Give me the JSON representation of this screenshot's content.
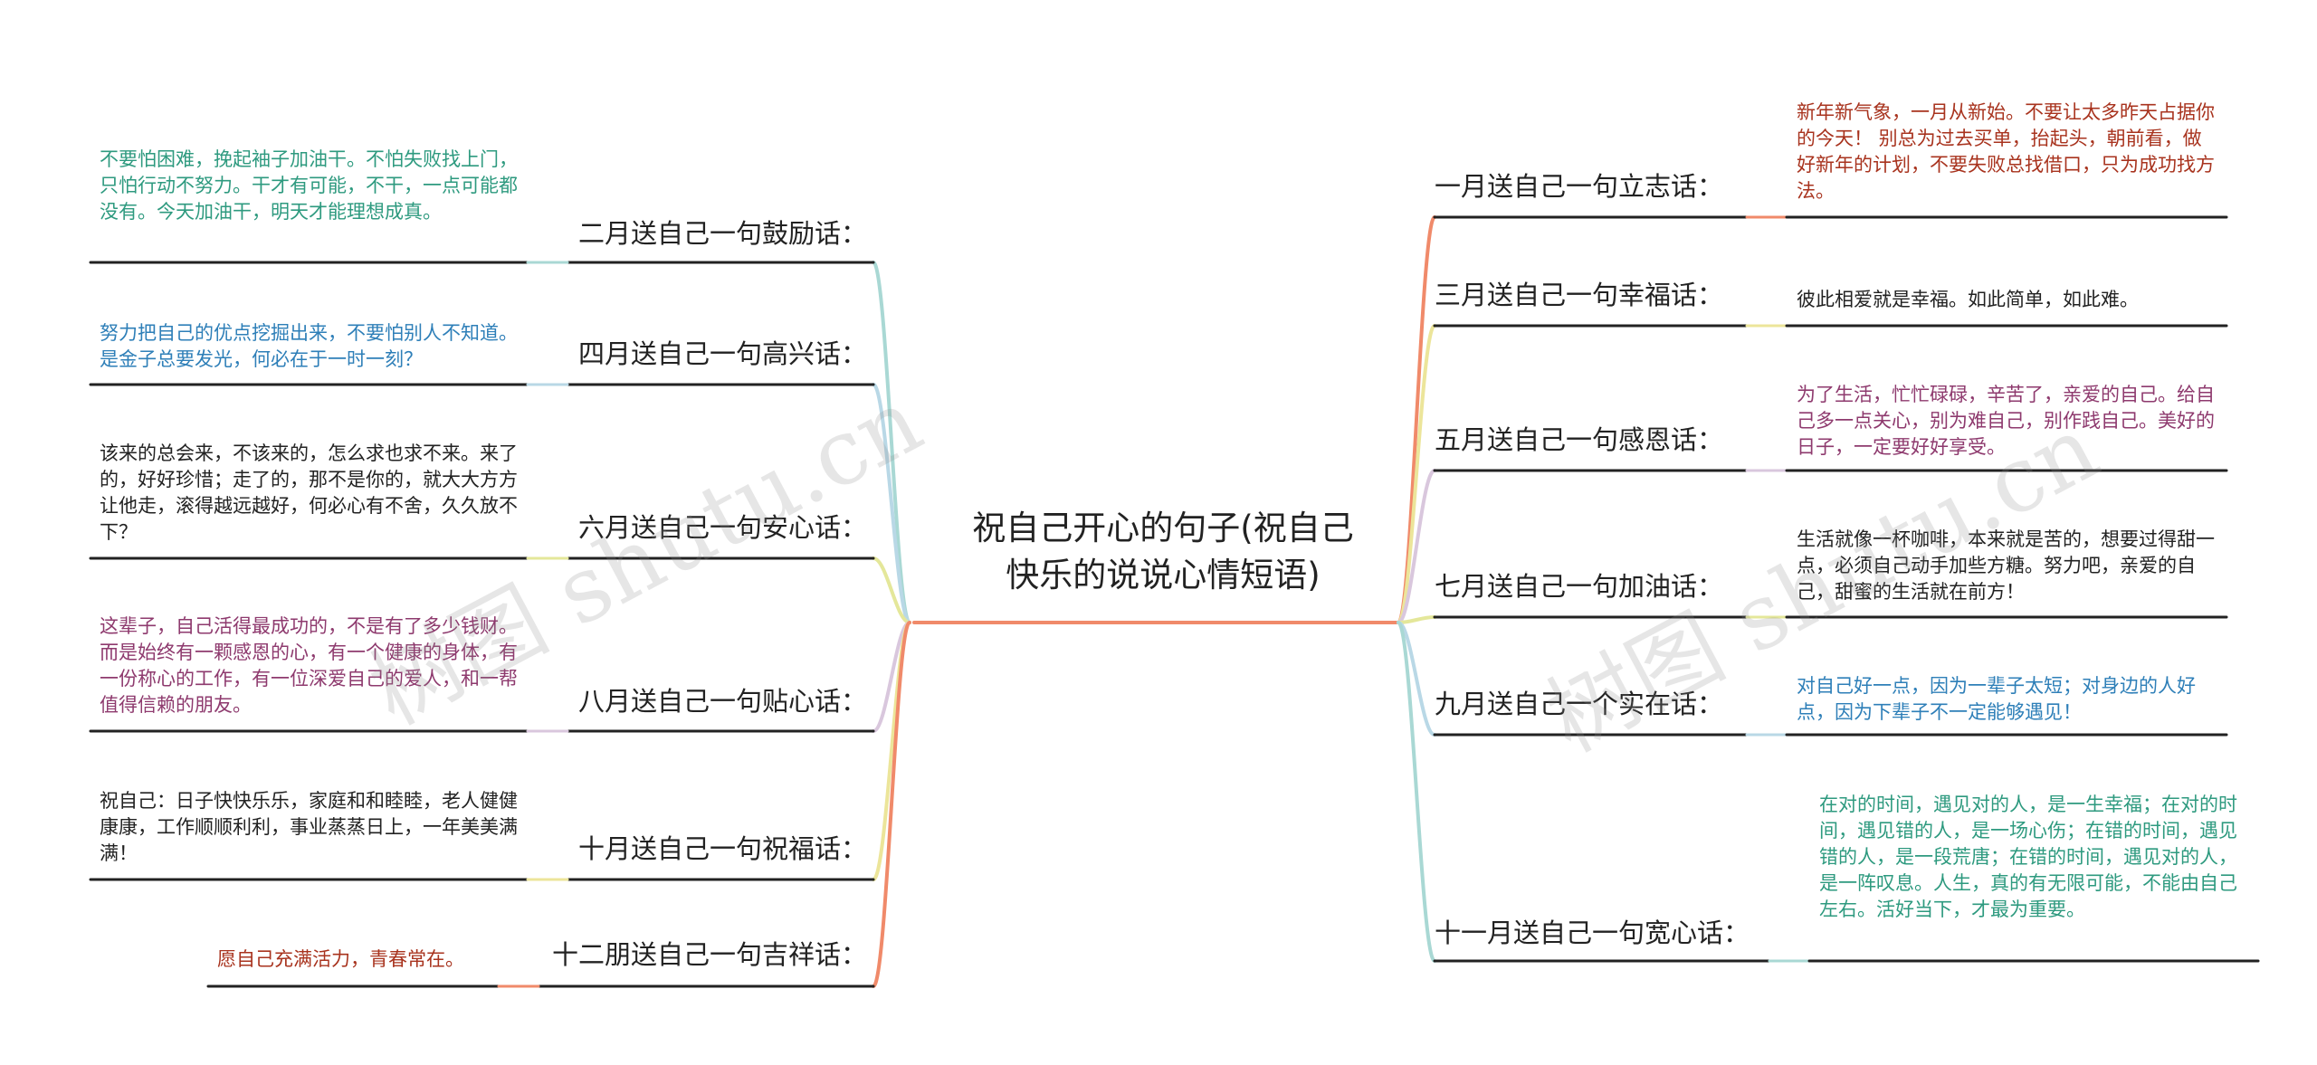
{
  "center": {
    "title_line1": "祝自己开心的句子(祝自己",
    "title_line2": "快乐的说说心情短语)"
  },
  "watermark": {
    "text": "树图 shutu.cn"
  },
  "left_branches": [
    {
      "label": "二月送自己一句鼓励话：",
      "text": "不要怕困难，挽起袖子加油干。不怕失败找上门，只怕行动不努力。干才有可能，不干，一点可能都没有。今天加油干，明天才能理想成真。",
      "color": "#2e9a7f",
      "line_color": "#a9d8d4"
    },
    {
      "label": "四月送自己一句高兴话：",
      "text": "努力把自己的优点挖掘出来，不要怕别人不知道。是金子总要发光，何必在于一时一刻？",
      "color": "#2e7fb8",
      "line_color": "#b9d8e6"
    },
    {
      "label": "六月送自己一句安心话：",
      "text": "该来的总会来，不该来的，怎么求也求不来。来了的，好好珍惜；走了的，那不是你的，就大大方方让他走，滚得越远越好，何必心有不舍，久久放不下？",
      "color": "#222222",
      "line_color": "#e4e79a"
    },
    {
      "label": "八月送自己一句贴心话：",
      "text": "这辈子，自己活得最成功的，不是有了多少钱财。而是始终有一颗感恩的心，有一个健康的身体，有一份称心的工作，有一位深爱自己的爱人，和一帮值得信赖的朋友。",
      "color": "#8e3a6e",
      "line_color": "#d9c7dd"
    },
    {
      "label": "十月送自己一句祝福话：",
      "text": "祝自己：日子快快乐乐，家庭和和睦睦，老人健健康康，工作顺顺利利，事业蒸蒸日上，一年美美满满！",
      "color": "#222222",
      "line_color": "#ece59a"
    },
    {
      "label": "十二朋送自己一句吉祥话：",
      "text": "愿自己充满活力，青春常在。",
      "color": "#a8331e",
      "line_color": "#f08a6a"
    }
  ],
  "right_branches": [
    {
      "label": "一月送自己一句立志话：",
      "text": "新年新气象，一月从新始。不要让太多昨天占据你的今天！ 别总为过去买单，抬起头，朝前看，做好新年的计划，不要失败总找借口，只为成功找方法。",
      "color": "#a8331e",
      "line_color": "#f08a6a"
    },
    {
      "label": "三月送自己一句幸福话：",
      "text": "彼此相爱就是幸福。如此简单，如此难。",
      "color": "#222222",
      "line_color": "#ece59a"
    },
    {
      "label": "五月送自己一句感恩话：",
      "text": "为了生活，忙忙碌碌，辛苦了，亲爱的自己。给自己多一点关心，别为难自己，别作践自己。美好的日子，一定要好好享受。",
      "color": "#8e3a6e",
      "line_color": "#d9c7dd"
    },
    {
      "label": "七月送自己一句加油话：",
      "text": "生活就像一杯咖啡，本来就是苦的，想要过得甜一点，必须自己动手加些方糖。努力吧，亲爱的自己，甜蜜的生活就在前方！",
      "color": "#222222",
      "line_color": "#e4e79a"
    },
    {
      "label": "九月送自己一个实在话：",
      "text": "对自己好一点，因为一辈子太短；对身边的人好点，因为下辈子不一定能够遇见！",
      "color": "#2e7fb8",
      "line_color": "#b9d8e6"
    },
    {
      "label": "十一月送自己一句宽心话：",
      "text": "在对的时间，遇见对的人，是一生幸福；在对的时间，遇见错的人，是一场心伤；在错的时间，遇见错的人，是一段荒唐；在错的时间，遇见对的人，是一阵叹息。人生，真的有无限可能，不能由自己左右。活好当下，才最为重要。",
      "color": "#2e9a7f",
      "line_color": "#a9d8d4"
    }
  ]
}
